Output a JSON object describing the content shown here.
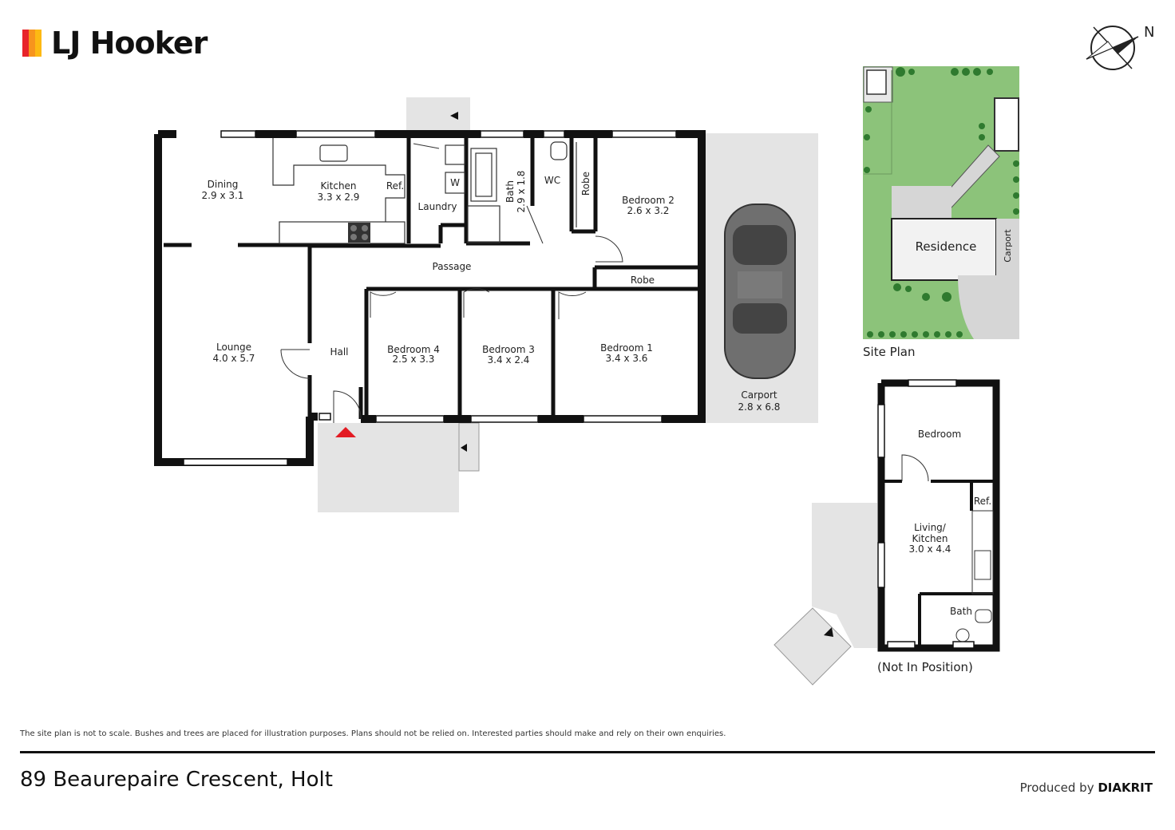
{
  "brand": {
    "name": "LJ Hooker",
    "bar_colors": [
      "#e8242a",
      "#f7941d",
      "#fdb913"
    ]
  },
  "compass": {
    "north_label": "N"
  },
  "rooms": {
    "dining": {
      "name": "Dining",
      "dim": "2.9 x 3.1"
    },
    "kitchen": {
      "name": "Kitchen",
      "dim": "3.3 x 2.9"
    },
    "ref": "Ref.",
    "washer": "W",
    "laundry": "Laundry",
    "bath": {
      "name": "Bath",
      "dim": "2.9 x 1.8"
    },
    "wc": "WC",
    "robe_vertical": "Robe",
    "bedroom2": {
      "name": "Bedroom 2",
      "dim": "2.6 x 3.2"
    },
    "passage": "Passage",
    "robe": "Robe",
    "lounge": {
      "name": "Lounge",
      "dim": "4.0 x 5.7"
    },
    "hall": "Hall",
    "bedroom4": {
      "name": "Bedroom 4",
      "dim": "2.5 x 3.3"
    },
    "bedroom3": {
      "name": "Bedroom 3",
      "dim": "3.4 x 2.4"
    },
    "bedroom1": {
      "name": "Bedroom 1",
      "dim": "3.4 x 3.6"
    },
    "carport": {
      "name": "Carport",
      "dim": "2.8 x 6.8"
    }
  },
  "site_plan": {
    "title": "Site Plan",
    "residence": "Residence",
    "carport": "Carport"
  },
  "granny_flat": {
    "bedroom": "Bedroom",
    "ref": "Ref.",
    "living_l1": "Living/",
    "living_l2": "Kitchen",
    "living_dim": "3.0 x 4.4",
    "bath": "Bath",
    "note": "(Not In Position)"
  },
  "footer": {
    "disclaimer": "The site plan is not to scale. Bushes and trees are placed for illustration purposes. Plans should not be relied on. Interested parties should make and rely on their own enquiries.",
    "address": "89 Beaurepaire Crescent, Holt",
    "produced_by": "Produced by",
    "producer": "DIAKRIT"
  },
  "colors": {
    "wall": "#111111",
    "outdoor": "#e4e4e4",
    "grass": "#8cc37a",
    "entry_arrow": "#e31b23",
    "car": "#6f6f6f"
  }
}
